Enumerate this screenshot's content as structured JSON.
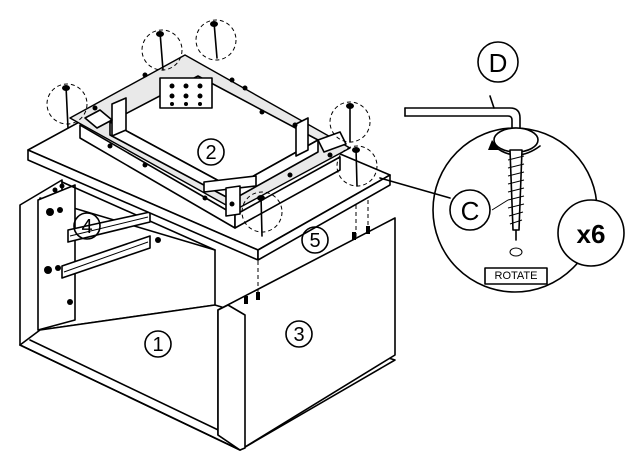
{
  "parts": {
    "p1": "1",
    "p2": "2",
    "p3": "3",
    "p4": "4",
    "p5": "5"
  },
  "hardware": {
    "allen_key": "D",
    "screw": "C",
    "quantity": "x6",
    "instruction": "ROTATE"
  }
}
